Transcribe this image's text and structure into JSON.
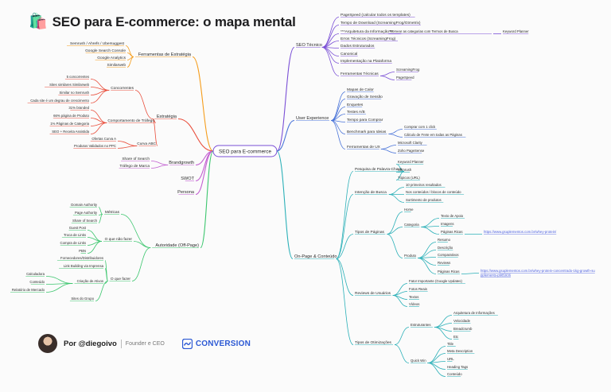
{
  "title": "SEO para E-commerce: o mapa mental",
  "title_icon": "shopping-bags-icon",
  "center": "SEO para E-commerce",
  "footer": {
    "author": "Por @diegoivo",
    "role": "Founder e CEO",
    "brand": "CONVERSION"
  },
  "colors": {
    "strategy": "#f59c1a",
    "analysis": "#e94e3c",
    "brand": "#c25fd1",
    "authority": "#3cc66e",
    "tech": "#7a4fd6",
    "ux": "#4a74d9",
    "onpage": "#2bb0b8",
    "url": "#4b5fe0"
  },
  "tree": [
    {
      "label": "Ferramentas de Estratégia",
      "color": "strategy",
      "children": [
        {
          "label": "Semrush / Ahrefs / Ubersuggest"
        },
        {
          "label": "Google Search Console"
        },
        {
          "label": "Google Analytics"
        },
        {
          "label": "Similarweb"
        }
      ]
    },
    {
      "label": "Estratégia",
      "color": "analysis",
      "children": [
        {
          "label": "Concorrentes",
          "children": [
            {
              "label": "5 concorrentes"
            },
            {
              "label": "Sites similares Similarweb"
            },
            {
              "label": "Similar no Semrush"
            },
            {
              "label": "Cada site é um degrau de crescimento"
            }
          ]
        },
        {
          "label": "Comportamento de Tráfego",
          "children": [
            {
              "label": "31% branded"
            },
            {
              "label": "66% página de Produto"
            },
            {
              "label": "1% Páginas de Categoria"
            },
            {
              "label": "SEO + Receita Assistida"
            }
          ]
        },
        {
          "label": "Curva ABC",
          "children": [
            {
              "label": "Ofertas Curva A"
            },
            {
              "label": "Produtos Validados no PPC"
            }
          ]
        }
      ]
    },
    {
      "label": "Brandgrowth",
      "color": "brand",
      "children": [
        {
          "label": "Share of Search"
        },
        {
          "label": "Tráfego de Marca"
        }
      ]
    },
    {
      "label": "SWOT",
      "color": "brand"
    },
    {
      "label": "Persona",
      "color": "brand"
    },
    {
      "label": "Autoridade (Off-Page)",
      "color": "authority",
      "children": [
        {
          "label": "Métricas",
          "children": [
            {
              "label": "Domain Authority"
            },
            {
              "label": "Page Authority"
            },
            {
              "label": "Share of Search"
            }
          ]
        },
        {
          "label": "O que não fazer",
          "children": [
            {
              "label": "Guest Post"
            },
            {
              "label": "Troca de Links"
            },
            {
              "label": "Compra de Links"
            },
            {
              "label": "PBN"
            }
          ]
        },
        {
          "label": "O que fazer",
          "children": [
            {
              "label": "Fornecedores/Distribuidores"
            },
            {
              "label": "Link Building via Imprensa"
            },
            {
              "label": "Criação de Ativos",
              "children": [
                {
                  "label": "Calculadora"
                },
                {
                  "label": "Conteúdo"
                },
                {
                  "label": "Relatório de Mercado"
                }
              ]
            },
            {
              "label": "Sites do Grupo"
            }
          ]
        }
      ]
    },
    {
      "label": "SEO Técnico",
      "color": "tech",
      "children": [
        {
          "label": "PageSpeed (calcular todos os templates)"
        },
        {
          "label": "Tempo de Download (ScreamingFrog/Gtmetrix)"
        },
        {
          "label": "***Arquitetura da Informação***",
          "children": [
            {
              "label": "Nomear as categorias com Termos de Busca",
              "children": [
                {
                  "label": "Keyword Planner"
                }
              ]
            }
          ]
        },
        {
          "label": "Erros Técnicos (ScreamingFrog)"
        },
        {
          "label": "Dados Estruturados"
        },
        {
          "label": "Canonical"
        },
        {
          "label": "Implementação na Plataforma"
        },
        {
          "label": "Ferramentas Técnicas",
          "children": [
            {
              "label": "ScreamingFrog"
            },
            {
              "label": "PageSpeed"
            }
          ]
        }
      ]
    },
    {
      "label": "User Experience",
      "color": "ux",
      "children": [
        {
          "label": "Mapas de Calor"
        },
        {
          "label": "Gravação de Sessão"
        },
        {
          "label": "Enquetes"
        },
        {
          "label": "Testes A/B"
        },
        {
          "label": "Tempo para Comprar"
        },
        {
          "label": "Benchmark para Ideias",
          "children": [
            {
              "label": "Comprar com 1 click"
            },
            {
              "label": "Cálculo de Frete em todas as Páginas"
            }
          ]
        },
        {
          "label": "Ferramentas de UX",
          "children": [
            {
              "label": "Microsoft Clarity"
            },
            {
              "label": "Zoho PageSense"
            }
          ]
        }
      ]
    },
    {
      "label": "On-Page & Conteúdo",
      "color": "onpage",
      "children": [
        {
          "label": "Pesquisa de Palavra-Chave",
          "children": [
            {
              "label": "Keyword Planner"
            },
            {
              "label": "Semrush"
            },
            {
              "label": "Tópicos (URL)"
            }
          ]
        },
        {
          "label": "Intenção de Busca",
          "children": [
            {
              "label": "10 primeiros resultados"
            },
            {
              "label": "Nos conteúdos / blocos de conteúdo"
            },
            {
              "label": "Sortimento de produtos"
            }
          ]
        },
        {
          "label": "Tipos de Páginas",
          "children": [
            {
              "label": "Home"
            },
            {
              "label": "Categoria",
              "children": [
                {
                  "label": "Texto de Apoio"
                },
                {
                  "label": "Imagens"
                },
                {
                  "label": "Páginas Ricas",
                  "children": [
                    {
                      "label": "https://www.gsuplementos.com.br/whey-protein/",
                      "link": true
                    }
                  ]
                }
              ]
            },
            {
              "label": "Produto",
              "children": [
                {
                  "label": "Resumo"
                },
                {
                  "label": "Descrição"
                },
                {
                  "label": "Comparativos"
                },
                {
                  "label": "Reviews"
                },
                {
                  "label": "Páginas Ricas",
                  "children": [
                    {
                      "label": "https://www.gsuplementos.com.br/whey-protein-concentrado-1kg-growth-supplements-p985936",
                      "link": true
                    }
                  ]
                }
              ]
            }
          ]
        },
        {
          "label": "Reviews de Usuários",
          "children": [
            {
              "label": "Fator Importante (Google Updates)"
            },
            {
              "label": "Fotos Reais"
            },
            {
              "label": "Textos"
            },
            {
              "label": "Vídeos"
            }
          ]
        },
        {
          "label": "Tipos de Otimizações",
          "children": [
            {
              "label": "Estruturantes",
              "children": [
                {
                  "label": "Arquitetura de Informações"
                },
                {
                  "label": "Velocidade"
                },
                {
                  "label": "Breadcrumb"
                },
                {
                  "label": "Etc"
                }
              ]
            },
            {
              "label": "Quick Win",
              "children": [
                {
                  "label": "Title"
                },
                {
                  "label": "Meta Description"
                },
                {
                  "label": "URL"
                },
                {
                  "label": "Heading Tags"
                },
                {
                  "label": "Conteúdo"
                }
              ]
            }
          ]
        }
      ]
    }
  ]
}
